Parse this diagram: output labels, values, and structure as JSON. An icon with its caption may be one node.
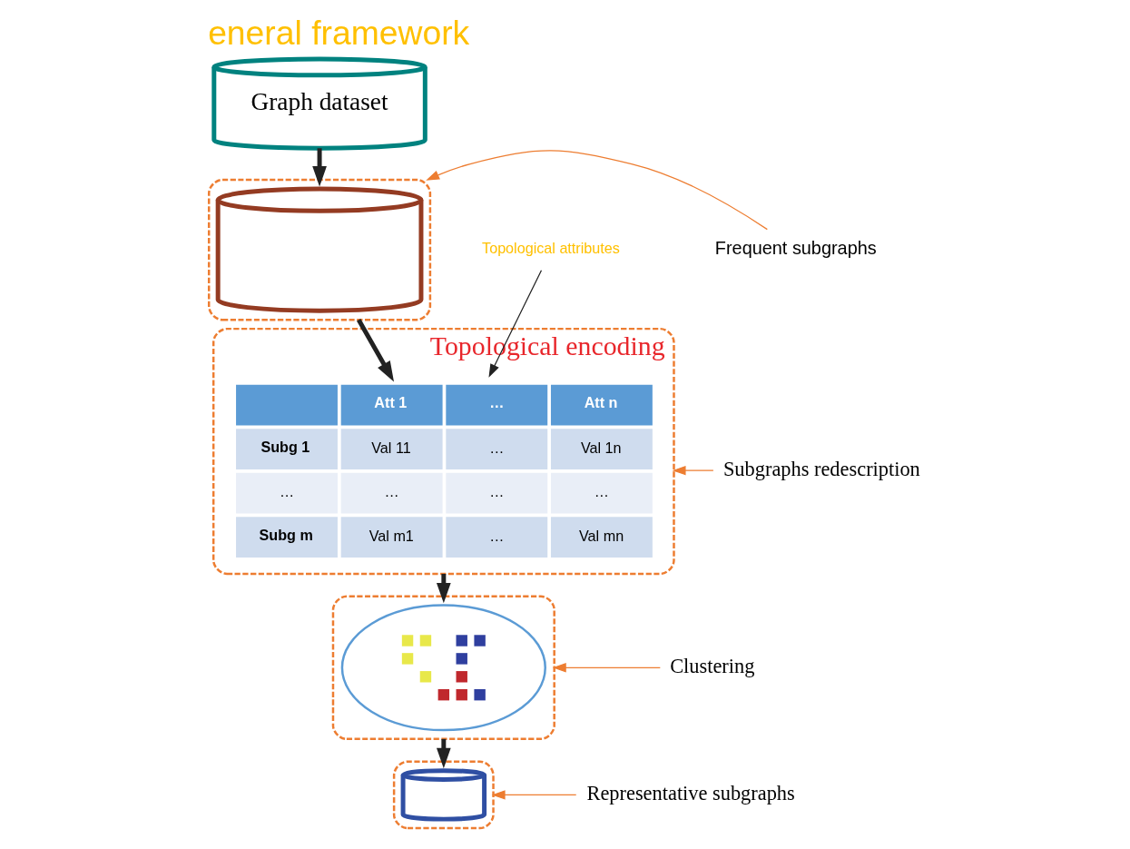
{
  "diagram": {
    "title": "eneral framework",
    "nodes": [
      {
        "text": [
          "Graph dataset"
        ]
      },
      {
        "text": [],
        "shape": "box"
      },
      {
        "text": [],
        "shape": "cylinder",
        "in": 1
      },
      {
        "text": [
          "Frequent subgraphs"
        ]
      },
      {
        "text": [
          "Topological encoding"
        ]
      },
      {
        "text": [
          "Att 1",
          "…",
          "Att n",
          "Subg 1",
          "Val 11",
          "…",
          "Val 1n",
          "…",
          "…",
          "…",
          "…",
          "Subg m",
          "Val m1",
          "…",
          "Val mn"
        ],
        "in": 4
      },
      {
        "text": [
          "Topological attributes"
        ]
      },
      {
        "text": [
          "Subgraphs redescription"
        ]
      },
      {
        "text": [],
        "shape": "box"
      },
      {
        "text": [],
        "shape": "picture",
        "in": 8
      },
      {
        "text": [
          "Clustering"
        ]
      },
      {
        "text": [],
        "shape": "box"
      },
      {
        "text": [],
        "shape": "cylinder",
        "in": 11
      },
      {
        "text": [
          "Representative subgraphs"
        ]
      }
    ],
    "edges": [
      {
        "from": 0,
        "to": 1,
        "arrow": "to",
        "style": "thick"
      },
      {
        "from": 3,
        "to": 1,
        "arrow": "to",
        "color": "#ed7d31"
      },
      {
        "from": 1,
        "to": 5,
        "arrow": "to",
        "style": "thick"
      },
      {
        "from": 6,
        "to": 5,
        "arrow": "to"
      },
      {
        "from": 7,
        "to": 4,
        "arrow": "to",
        "color": "#ed7d31"
      },
      {
        "from": 4,
        "to": 8,
        "arrow": "to",
        "style": "thick"
      },
      {
        "from": 10,
        "to": 8,
        "arrow": "to",
        "color": "#ed7d31"
      },
      {
        "from": 8,
        "to": 11,
        "arrow": "to",
        "style": "thick"
      },
      {
        "from": 13,
        "to": 11,
        "arrow": "to",
        "color": "#ed7d31"
      }
    ]
  }
}
